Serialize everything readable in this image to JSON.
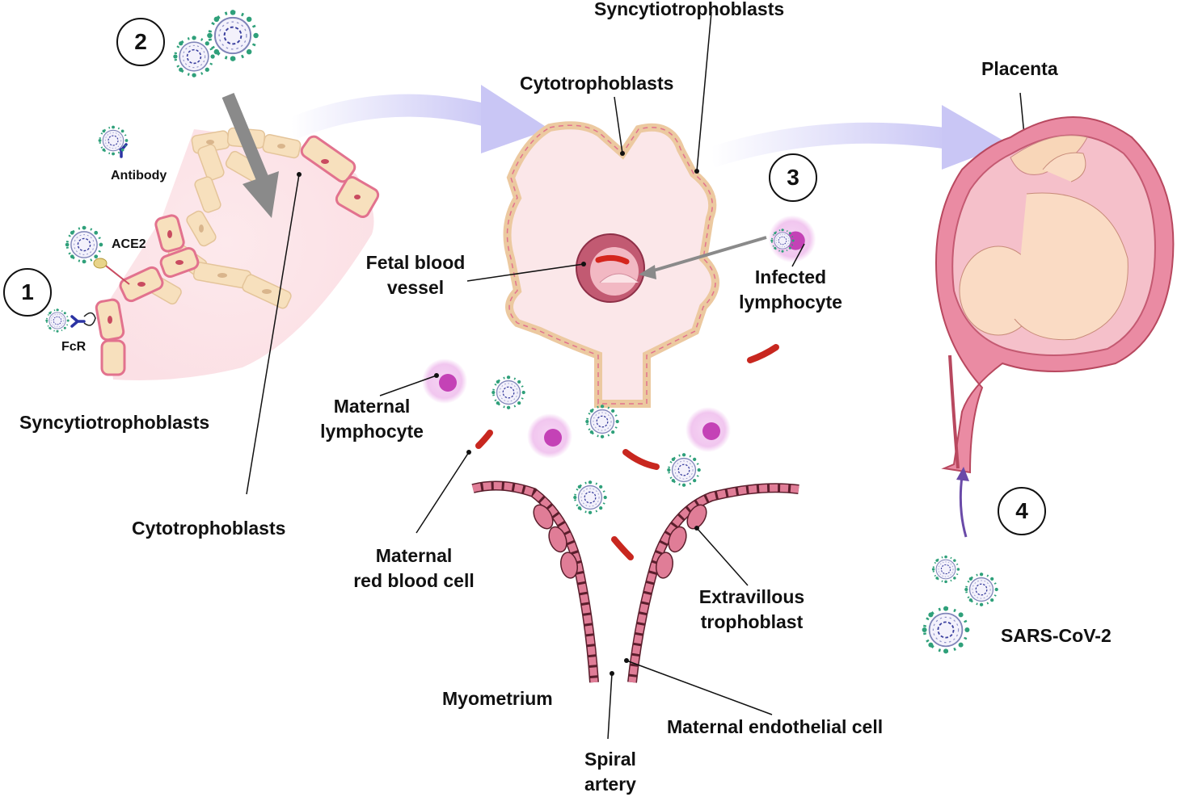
{
  "steps": [
    "1",
    "2",
    "3",
    "4"
  ],
  "labels": {
    "syncytio_top": "Syncytiotrophoblasts",
    "syncytio_left": "Syncytiotrophoblasts",
    "cyto_top": "Cytotrophoblasts",
    "cyto_left": "Cytotrophoblasts",
    "placenta": "Placenta",
    "antibody": "Antibody",
    "ace2": "ACE2",
    "fcr": "FcR",
    "fetal_vessel_1": "Fetal blood",
    "fetal_vessel_2": "vessel",
    "infected_1": "Infected",
    "infected_2": "lymphocyte",
    "mat_lymph_1": "Maternal",
    "mat_lymph_2": "lymphocyte",
    "mat_rbc_1": "Maternal",
    "mat_rbc_2": "red blood cell",
    "extravillous_1": "Extravillous",
    "extravillous_2": "trophoblast",
    "myometrium": "Myometrium",
    "spiral_1": "Spiral",
    "spiral_2": "artery",
    "endothelial": "Maternal endothelial cell",
    "sars": "SARS-CoV-2"
  },
  "colors": {
    "cell_fill": "#f7e0bd",
    "cell_edge": "#e2728e",
    "tissue_pink": "#fbe3e6",
    "flow_arrow": "#c9c6f5",
    "entry_arrow": "#8a8a8a",
    "lymphocyte_glow": "#f1c6ef",
    "lymphocyte_nucleus": "#c442b6",
    "rbc": "#c8271f",
    "virus_spike": "#2fa07a",
    "virus_core": "#3a3f9e",
    "placenta_pink": "#ea8ba3",
    "artery_cell": "#e07d97"
  }
}
